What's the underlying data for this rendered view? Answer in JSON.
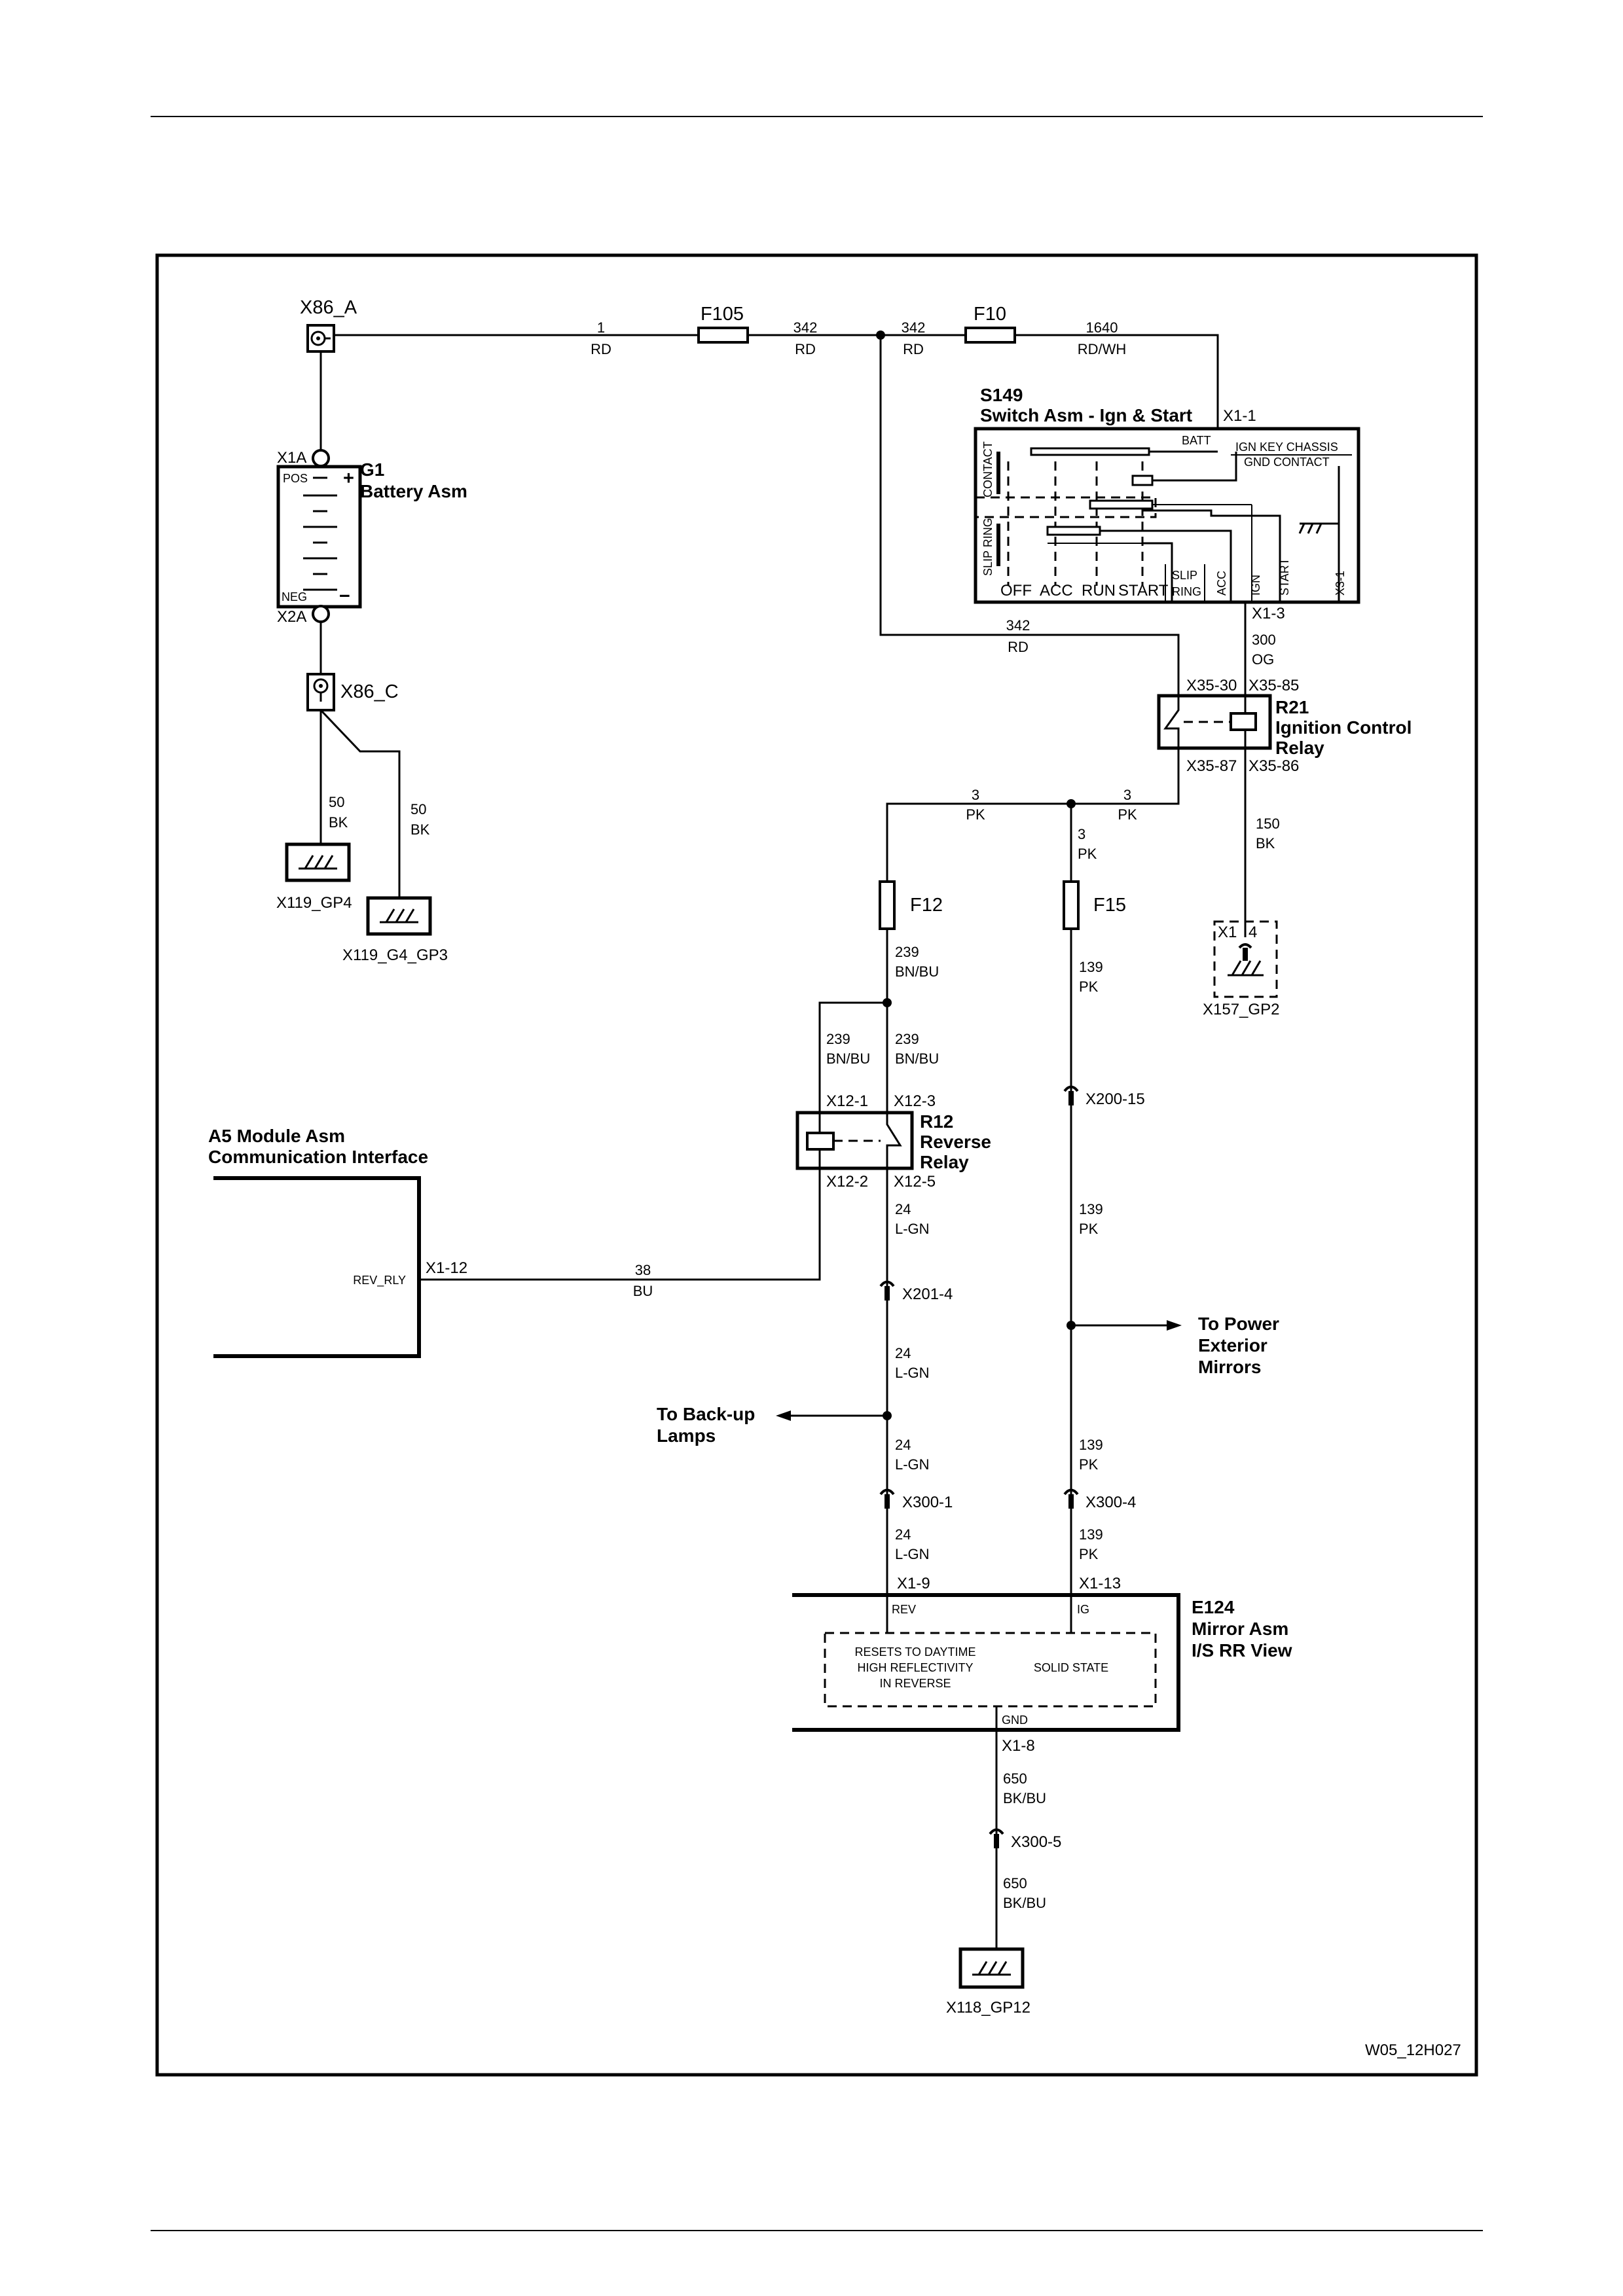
{
  "diagram_id": "W05_12H027",
  "battery": {
    "connector_top": "X86_A",
    "pin_pos": "X1A",
    "pin_neg": "X2A",
    "pos_label": "POS",
    "neg_label": "NEG",
    "plus": "+",
    "minus": "−",
    "ref": "G1",
    "name": "Battery Asm"
  },
  "negative_terminal": {
    "connector": "X86_C"
  },
  "fuses": {
    "f105": "F105",
    "f10": "F10",
    "f12": "F12",
    "f15": "F15"
  },
  "circuits": {
    "c1": {
      "num": "1",
      "color": "RD"
    },
    "c342": {
      "num": "342",
      "color": "RD"
    },
    "c1640": {
      "num": "1640",
      "color": "RD/WH"
    },
    "c300": {
      "num": "300",
      "color": "OG"
    },
    "c3": {
      "num": "3",
      "color": "PK"
    },
    "c150": {
      "num": "150",
      "color": "BK"
    },
    "c239": {
      "num": "239",
      "color": "BN/BU"
    },
    "c139": {
      "num": "139",
      "color": "PK"
    },
    "c24": {
      "num": "24",
      "color": "L-GN"
    },
    "c38": {
      "num": "38",
      "color": "BU"
    },
    "c50": {
      "num": "50",
      "color": "BK"
    },
    "c650": {
      "num": "650",
      "color": "BK/BU"
    }
  },
  "ignition_switch": {
    "ref": "S149",
    "name": "Switch Asm - Ign & Start",
    "pin_in": "X1-1",
    "pin_out": "X1-3",
    "batt": "BATT",
    "chassis_1": "IGN KEY CHASSIS",
    "chassis_2": "GND CONTACT",
    "contact": "CONTACT",
    "slip_ring": "SLIP RING",
    "positions": [
      "OFF",
      "ACC",
      "RUN",
      "START"
    ],
    "slip_1": "SLIP",
    "slip_2": "RING",
    "col_acc": "ACC",
    "col_ign": "IGN",
    "col_start": "START",
    "col_x31": "X3-1"
  },
  "ignition_relay": {
    "ref": "R21",
    "name_1": "Ignition Control",
    "name_2": "Relay",
    "pin30": "X35-30",
    "pin85": "X35-85",
    "pin87": "X35-87",
    "pin86": "X35-86"
  },
  "reverse_relay": {
    "ref": "R12",
    "name_1": "Reverse",
    "name_2": "Relay",
    "pin1": "X12-1",
    "pin3": "X12-3",
    "pin2": "X12-2",
    "pin5": "X12-5"
  },
  "grounds": {
    "gp4": "X119_GP4",
    "g4gp3": "X119_G4_GP3",
    "gp2": "X157_GP2",
    "gp2_pin1": "X1",
    "gp2_pin2": "4",
    "gp12": "X118_GP12"
  },
  "module": {
    "name_1": "A5 Module Asm",
    "name_2": "Communication Interface",
    "pin_label": "REV_RLY",
    "pin": "X1-12"
  },
  "inline_connectors": {
    "x200_15": "X200-15",
    "x201_4": "X201-4",
    "x300_1": "X300-1",
    "x300_4": "X300-4",
    "x300_5": "X300-5"
  },
  "branches": {
    "mirrors_1": "To Power",
    "mirrors_2": "Exterior",
    "mirrors_3": "Mirrors",
    "backup_1": "To Back-up",
    "backup_2": "Lamps"
  },
  "mirror": {
    "ref": "E124",
    "name_1": "Mirror Asm",
    "name_2": "I/S RR View",
    "pin_rev": "X1-9",
    "pin_ig": "X1-13",
    "pin_gnd": "X1-8",
    "rev": "REV",
    "ig": "IG",
    "gnd": "GND",
    "note_1": "RESETS TO DAYTIME",
    "note_2": "HIGH REFLECTIVITY",
    "note_3": "IN REVERSE",
    "solid_state": "SOLID STATE"
  }
}
